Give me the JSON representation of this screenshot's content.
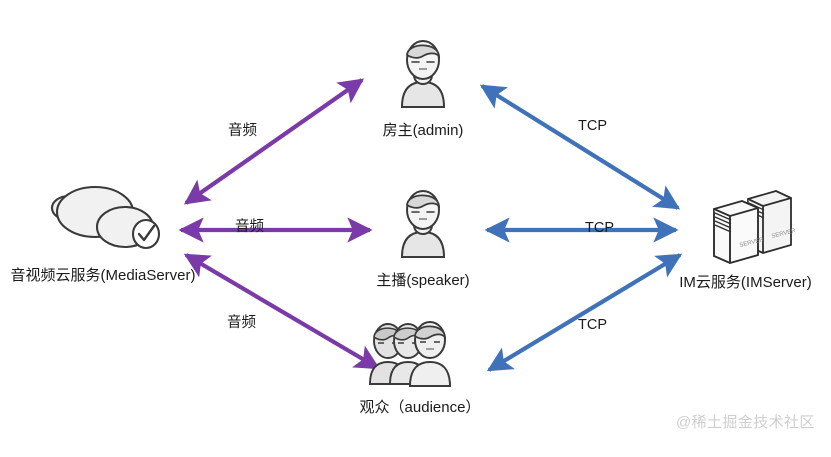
{
  "diagram": {
    "type": "network-architecture",
    "background_color": "#ffffff",
    "nodes": [
      {
        "id": "mediaserver",
        "label": "音视频云服务(MediaServer)",
        "icon": "cloud-check-icon",
        "role": "media cloud service"
      },
      {
        "id": "admin",
        "label": "房主(admin)",
        "icon": "single-person-icon",
        "role": "room owner"
      },
      {
        "id": "speaker",
        "label": "主播(speaker)",
        "icon": "single-person-icon",
        "role": "broadcaster"
      },
      {
        "id": "audience",
        "label": "观众（audience）",
        "icon": "group-people-icon",
        "role": "viewers"
      },
      {
        "id": "imserver",
        "label": "IM云服务(IMServer)",
        "icon": "server-stack-icon",
        "role": "instant messaging cloud service"
      }
    ],
    "edges": [
      {
        "id": "media-admin",
        "from": "mediaserver",
        "to": "admin",
        "label": "音频",
        "color": "#7a3aa8",
        "direction": "both"
      },
      {
        "id": "media-speaker",
        "from": "mediaserver",
        "to": "speaker",
        "label": "音频",
        "color": "#7a3aa8",
        "direction": "both"
      },
      {
        "id": "media-audience",
        "from": "mediaserver",
        "to": "audience",
        "label": "音频",
        "color": "#7a3aa8",
        "direction": "both"
      },
      {
        "id": "admin-im",
        "from": "admin",
        "to": "imserver",
        "label": "TCP",
        "color": "#3f72b8",
        "direction": "both"
      },
      {
        "id": "speaker-im",
        "from": "speaker",
        "to": "imserver",
        "label": "TCP",
        "color": "#3f72b8",
        "direction": "both"
      },
      {
        "id": "audience-im",
        "from": "audience",
        "to": "imserver",
        "label": "TCP",
        "color": "#3f72b8",
        "direction": "both"
      }
    ],
    "colors": {
      "audio_link": "#7a3aa8",
      "tcp_link": "#3f72b8",
      "icon_outline": "#3a3a3a",
      "icon_fill": "#ebebeb",
      "text": "#1b1b1b",
      "watermark": "#cfcfcf"
    },
    "watermark": "@稀土掘金技术社区"
  }
}
